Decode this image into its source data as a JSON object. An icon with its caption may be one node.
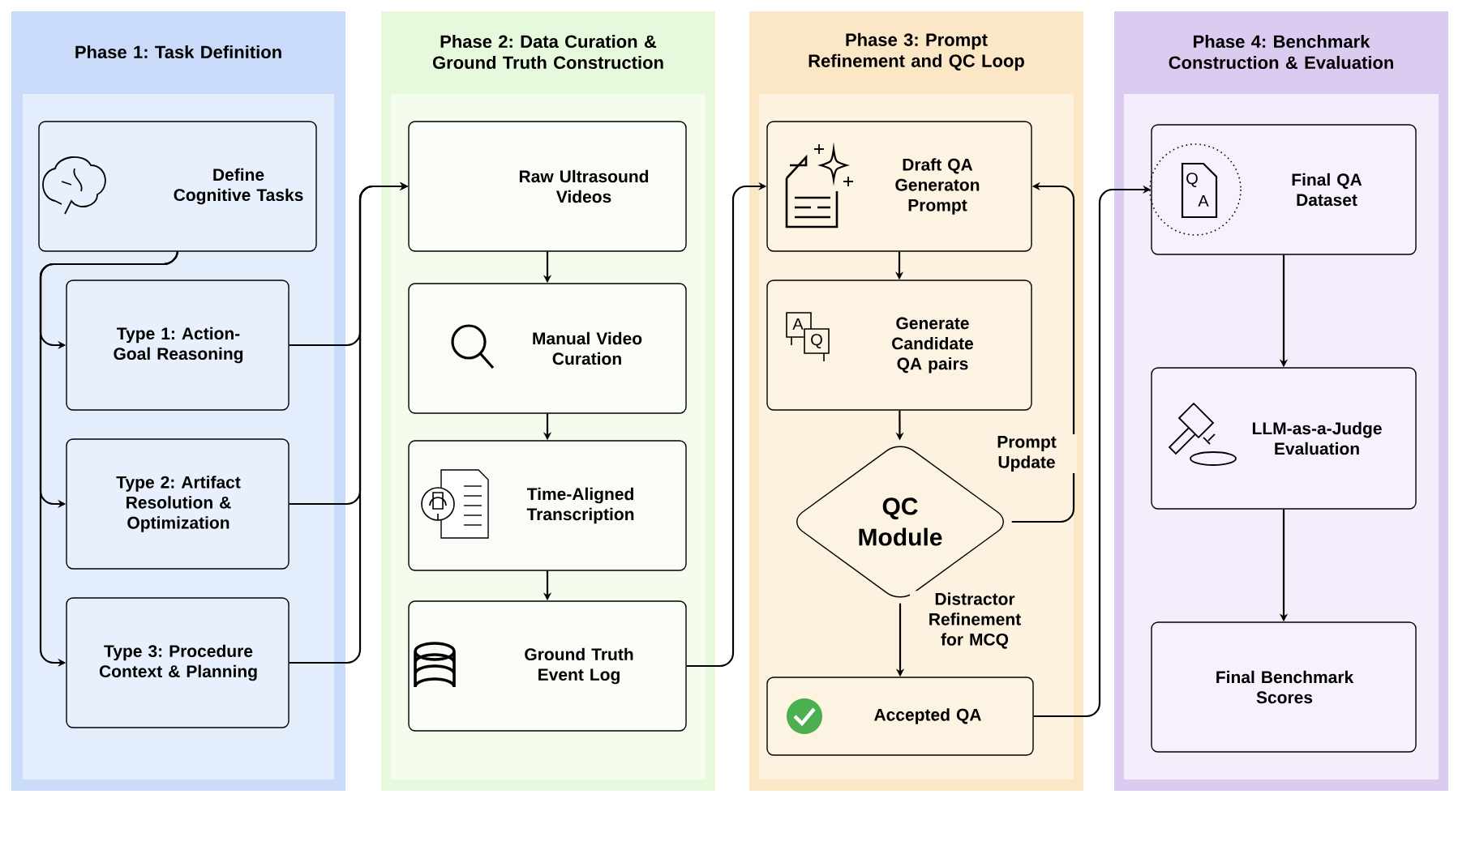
{
  "diagram": {
    "nodes": [
      {
        "text": [
          "Phase 1: Task Definition"
        ]
      },
      {
        "text": [
          "Define Cognitive Tasks"
        ],
        "in": 0
      },
      {
        "text": [
          "Type 1: Action-Goal Reasoning"
        ],
        "in": 0
      },
      {
        "text": [
          "Type 2: Artifact Resolution & Optimization"
        ],
        "in": 0
      },
      {
        "text": [
          "Type 3: Procedure Context & Planning"
        ],
        "in": 0
      },
      {
        "text": [
          "Phase 2: Data Curation & Ground Truth Construction"
        ]
      },
      {
        "text": [
          "Raw Ultrasound Videos"
        ],
        "in": 5
      },
      {
        "text": [
          "Manual Video Curation"
        ],
        "in": 5
      },
      {
        "text": [
          "Time-Aligned Transcription"
        ],
        "in": 5
      },
      {
        "text": [
          "Ground Truth Event Log"
        ],
        "in": 5
      },
      {
        "text": [
          "Phase 3: Prompt Refinement and QC Loop"
        ]
      },
      {
        "text": [
          "Draft QA Generaton Prompt"
        ],
        "in": 10
      },
      {
        "text": [
          "Generate Candidate QA pairs"
        ],
        "in": 10
      },
      {
        "text": [
          "QC Module"
        ],
        "in": 10
      },
      {
        "text": [
          "Accepted QA"
        ],
        "in": 10
      },
      {
        "text": [
          "Phase 4: Benchmark Construction & Evaluation"
        ]
      },
      {
        "text": [
          "Final QA Dataset"
        ],
        "in": 15
      },
      {
        "text": [
          "LLM-as-a-Judge Evaluation"
        ],
        "in": 15
      },
      {
        "text": [
          "Final Benchmark Scores"
        ],
        "in": 15
      }
    ],
    "edges": [
      {
        "from": 1,
        "to": 2,
        "arrow": "to"
      },
      {
        "from": 1,
        "to": 3,
        "arrow": "to"
      },
      {
        "from": 1,
        "to": 4,
        "arrow": "to"
      },
      {
        "from": 2,
        "to": 6,
        "arrow": "to"
      },
      {
        "from": 3,
        "to": 6,
        "arrow": "to"
      },
      {
        "from": 4,
        "to": 6,
        "arrow": "to"
      },
      {
        "from": 6,
        "to": 7,
        "arrow": "to"
      },
      {
        "from": 7,
        "to": 8,
        "arrow": "to"
      },
      {
        "from": 8,
        "to": 9,
        "arrow": "to"
      },
      {
        "from": 9,
        "to": 11,
        "arrow": "to"
      },
      {
        "from": 11,
        "to": 12,
        "arrow": "to"
      },
      {
        "from": 12,
        "to": 13,
        "arrow": "to"
      },
      {
        "from": 13,
        "to": 11,
        "arrow": "to",
        "label": "Prompt Update"
      },
      {
        "from": 13,
        "to": 14,
        "arrow": "to",
        "label": "Distractor Refinement for MCQ"
      },
      {
        "from": 14,
        "to": 16,
        "arrow": "to"
      },
      {
        "from": 16,
        "to": 17,
        "arrow": "to"
      },
      {
        "from": 17,
        "to": 18,
        "arrow": "to"
      }
    ],
    "labels": [
      "A",
      "Q",
      "Q",
      "A"
    ]
  }
}
